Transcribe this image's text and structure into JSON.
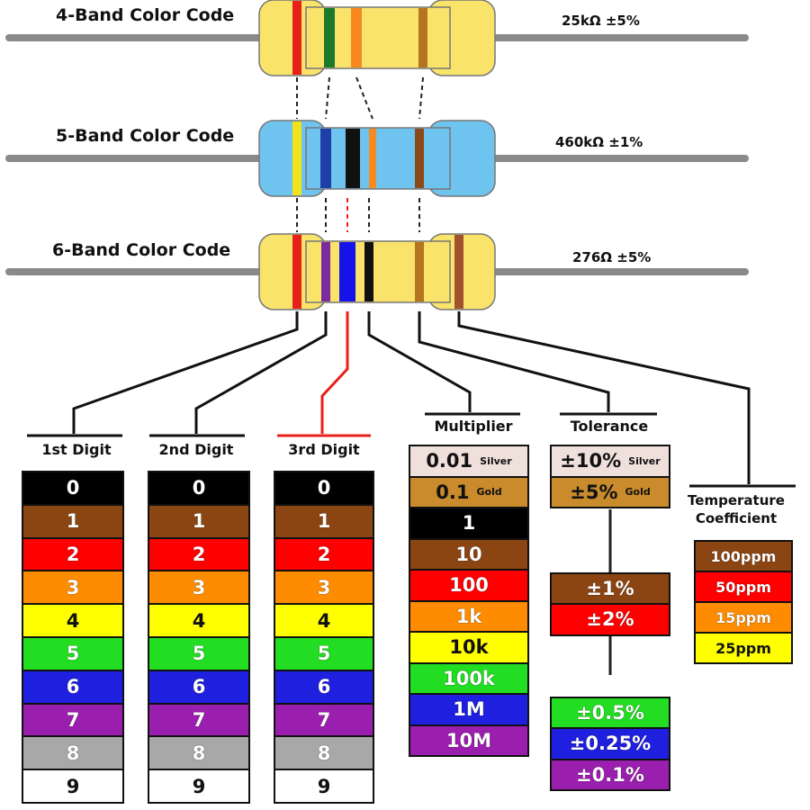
{
  "resistors": [
    {
      "title": "4-Band Color Code",
      "value": "25kΩ ±5%",
      "body_color": "#f9e36a",
      "bands": [
        "#e8201a",
        "#1b7a2a",
        "#f7891f",
        "#b5741f"
      ]
    },
    {
      "title": "5-Band Color Code",
      "value": "460kΩ ±1%",
      "body_color": "#6fc3ef",
      "bands": [
        "#f2e21e",
        "#1f3fa8",
        "#111111",
        "#f7891f",
        "#8b4a17"
      ]
    },
    {
      "title": "6-Band Color Code",
      "value": "276Ω ±5%",
      "body_color": "#f9e36a",
      "bands": [
        "#e8201a",
        "#7b2aa0",
        "#1414e8",
        "#111111",
        "#b5741f",
        "#a0522d"
      ]
    }
  ],
  "headers": {
    "digit1": "1st Digit",
    "digit2": "2nd Digit",
    "digit3": "3rd Digit",
    "multiplier": "Multiplier",
    "tolerance": "Tolerance",
    "tempco": "Temperature Coefficient"
  },
  "digits": [
    {
      "label": "0",
      "color": "#000000",
      "text": "#ffffff"
    },
    {
      "label": "1",
      "color": "#8b4513",
      "text": "#ffffff"
    },
    {
      "label": "2",
      "color": "#ff0000",
      "text": "#ffffff"
    },
    {
      "label": "3",
      "color": "#ff8c00",
      "text": "#ffffff"
    },
    {
      "label": "4",
      "color": "#ffff00",
      "text": "#111111"
    },
    {
      "label": "5",
      "color": "#22dd22",
      "text": "#ffffff"
    },
    {
      "label": "6",
      "color": "#1f1fe0",
      "text": "#ffffff"
    },
    {
      "label": "7",
      "color": "#9b1fae",
      "text": "#ffffff"
    },
    {
      "label": "8",
      "color": "#a8a8a8",
      "text": "#ffffff"
    },
    {
      "label": "9",
      "color": "#ffffff",
      "text": "#111111"
    }
  ],
  "multiplier": [
    {
      "label": "0.01",
      "note": "Silver",
      "color": "#efe0dc",
      "text": "#111111"
    },
    {
      "label": "0.1",
      "note": "Gold",
      "color": "#c98b2c",
      "text": "#111111"
    },
    {
      "label": "1",
      "note": "",
      "color": "#000000",
      "text": "#ffffff"
    },
    {
      "label": "10",
      "note": "",
      "color": "#8b4513",
      "text": "#ffffff"
    },
    {
      "label": "100",
      "note": "",
      "color": "#ff0000",
      "text": "#ffffff"
    },
    {
      "label": "1k",
      "note": "",
      "color": "#ff8c00",
      "text": "#ffffff"
    },
    {
      "label": "10k",
      "note": "",
      "color": "#ffff00",
      "text": "#111111"
    },
    {
      "label": "100k",
      "note": "",
      "color": "#22dd22",
      "text": "#ffffff"
    },
    {
      "label": "1M",
      "note": "",
      "color": "#1f1fe0",
      "text": "#ffffff"
    },
    {
      "label": "10M",
      "note": "",
      "color": "#9b1fae",
      "text": "#ffffff"
    }
  ],
  "tolerance": [
    {
      "label": "±10%",
      "note": "Silver",
      "color": "#efe0dc",
      "text": "#111111",
      "row": 0
    },
    {
      "label": "±5%",
      "note": "Gold",
      "color": "#c98b2c",
      "text": "#111111",
      "row": 1
    },
    {
      "label": "±1%",
      "note": "",
      "color": "#8b4513",
      "text": "#ffffff",
      "row": 3
    },
    {
      "label": "±2%",
      "note": "",
      "color": "#ff0000",
      "text": "#ffffff",
      "row": 4
    },
    {
      "label": "±0.5%",
      "note": "",
      "color": "#22dd22",
      "text": "#ffffff",
      "row": 7
    },
    {
      "label": "±0.25%",
      "note": "",
      "color": "#1f1fe0",
      "text": "#ffffff",
      "row": 8
    },
    {
      "label": "±0.1%",
      "note": "",
      "color": "#9b1fae",
      "text": "#ffffff",
      "row": 9
    }
  ],
  "tempco": [
    {
      "label": "100ppm",
      "color": "#8b4513",
      "text": "#ffffff"
    },
    {
      "label": "50ppm",
      "color": "#ff0000",
      "text": "#ffffff"
    },
    {
      "label": "15ppm",
      "color": "#ff8c00",
      "text": "#ffffff"
    },
    {
      "label": "25ppm",
      "color": "#ffff00",
      "text": "#111111"
    }
  ]
}
